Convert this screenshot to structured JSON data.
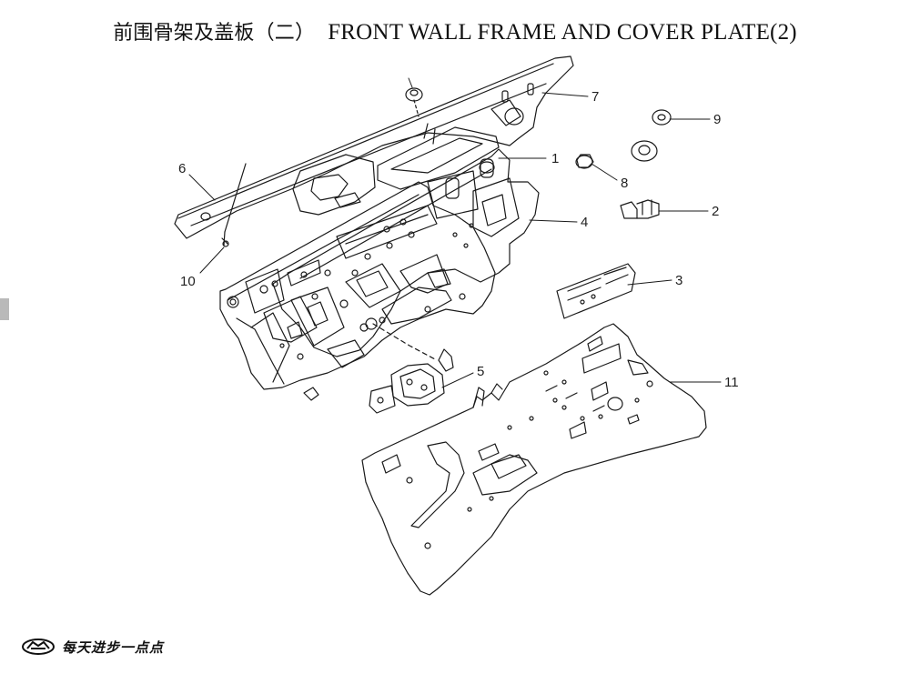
{
  "title": {
    "cn": "前围骨架及盖板（二）",
    "en": "FRONT WALL FRAME AND COVER PLATE(2)"
  },
  "labels": [
    {
      "id": "1",
      "text": "1"
    },
    {
      "id": "2",
      "text": "2"
    },
    {
      "id": "3",
      "text": "3"
    },
    {
      "id": "4",
      "text": "4"
    },
    {
      "id": "5",
      "text": "5"
    },
    {
      "id": "6",
      "text": "6"
    },
    {
      "id": "7",
      "text": "7"
    },
    {
      "id": "8",
      "text": "8"
    },
    {
      "id": "9",
      "text": "9"
    },
    {
      "id": "10",
      "text": "10"
    },
    {
      "id": "11",
      "text": "11"
    }
  ],
  "footer": {
    "slogan": "每天进步一点点",
    "logo_icon": "great-wall-logo-icon"
  },
  "colors": {
    "line": "#1a1a1a",
    "background": "#ffffff",
    "side_tab": "#b9b9b9"
  }
}
